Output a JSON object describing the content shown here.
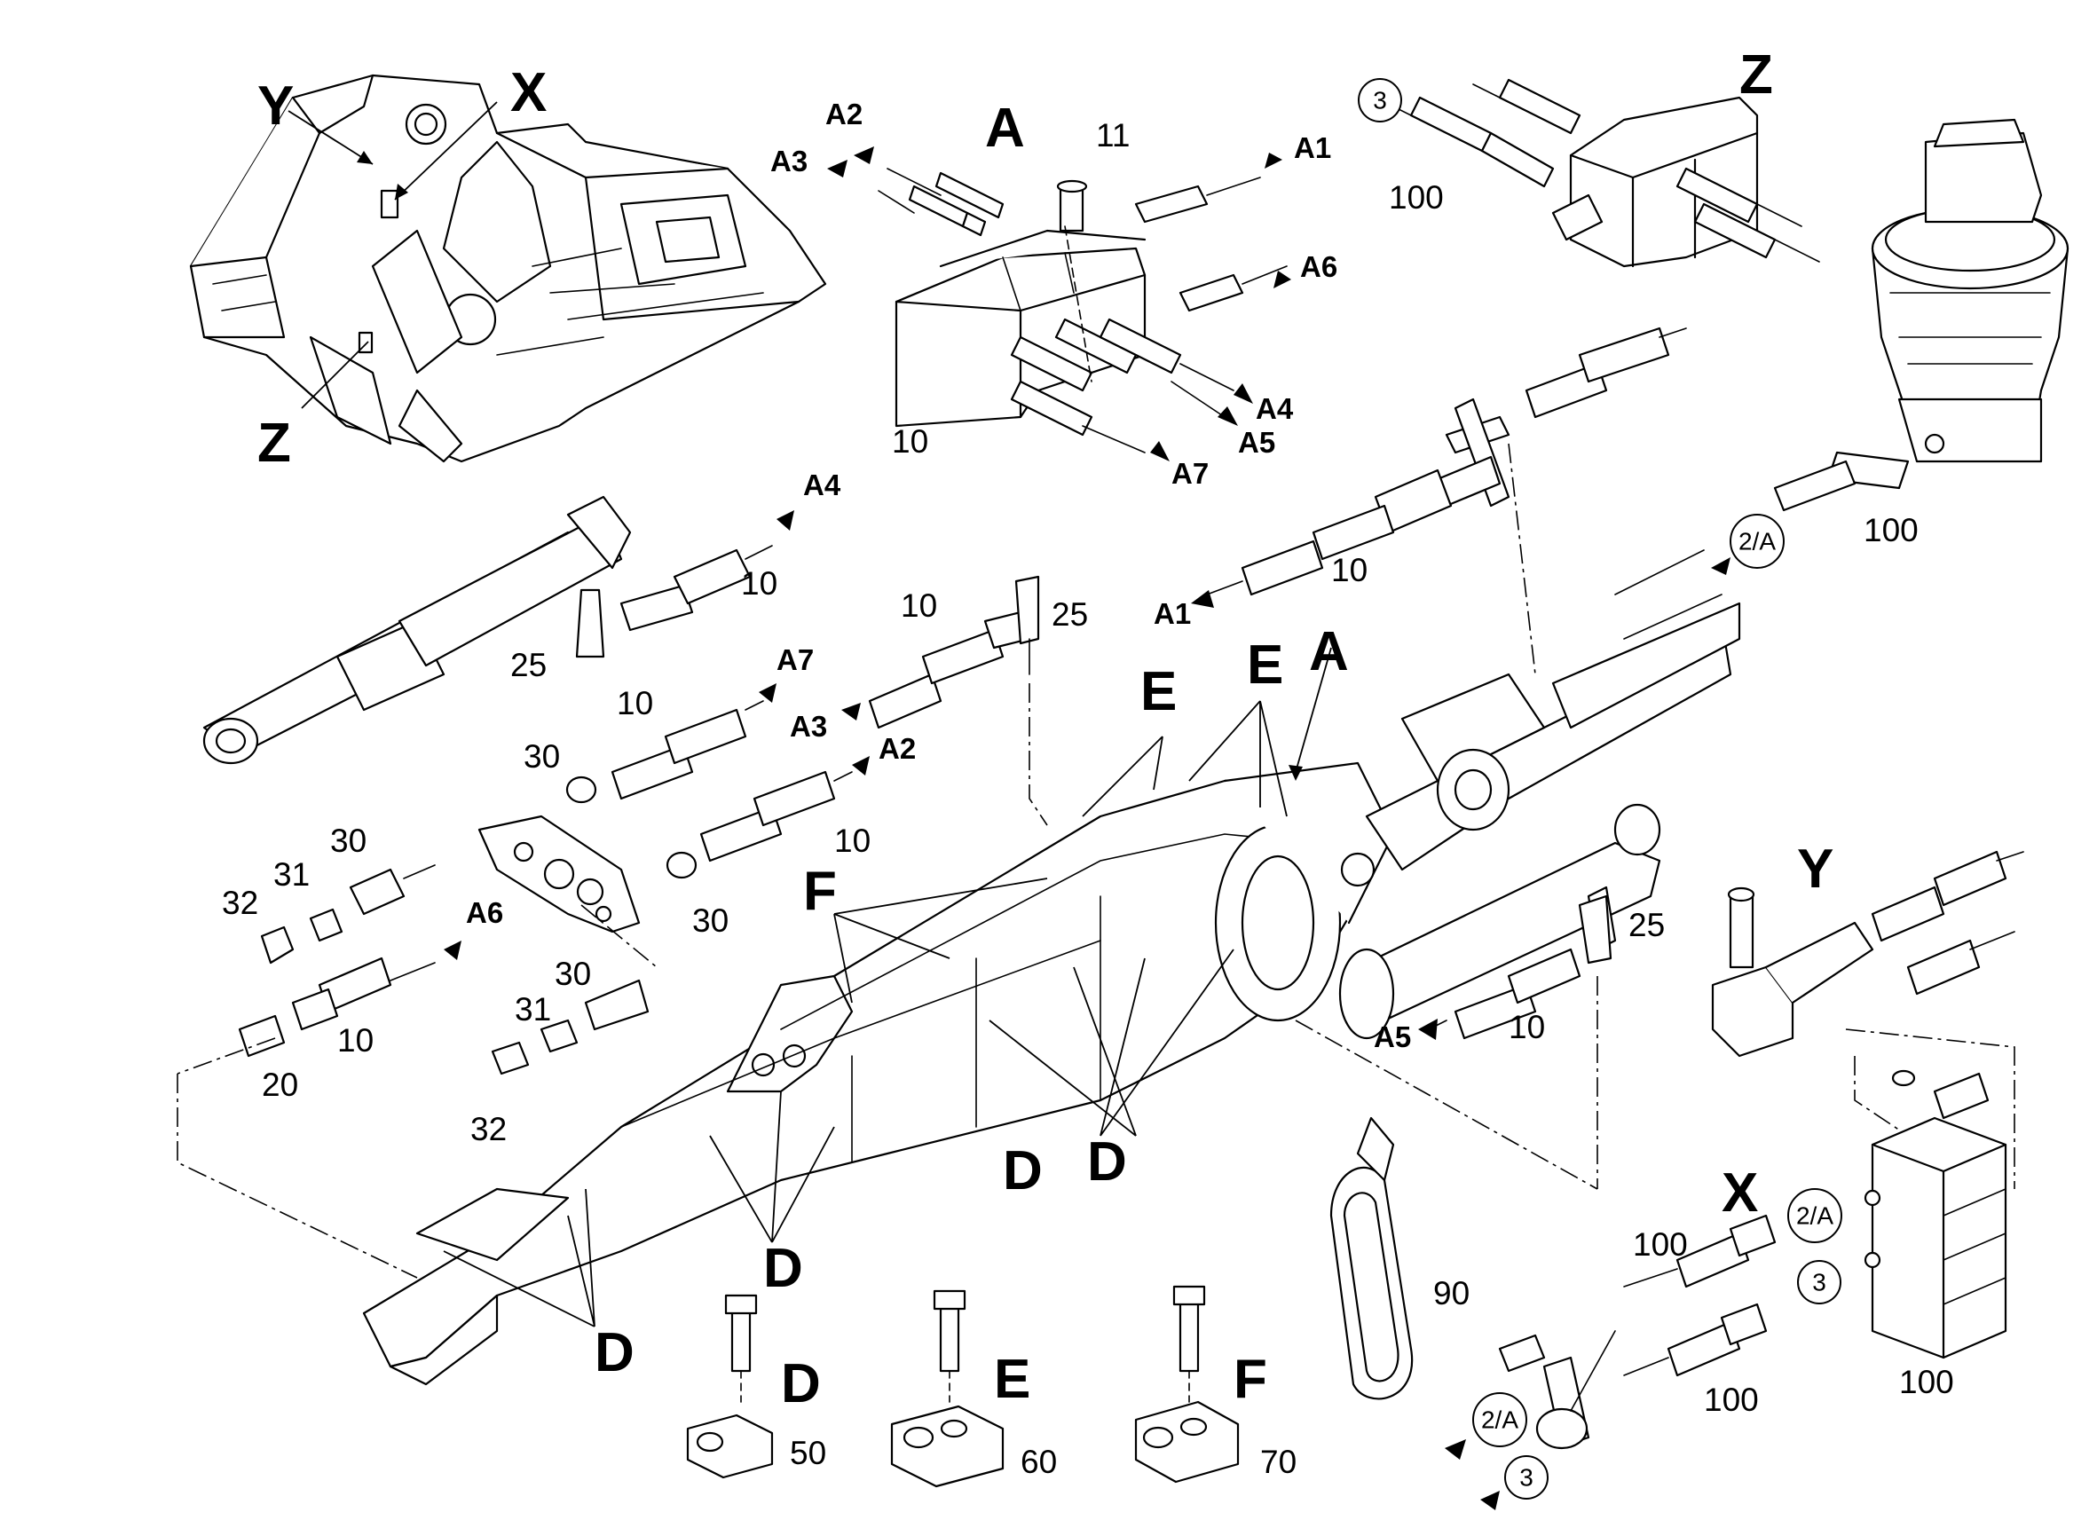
{
  "detail_letters": {
    "frame_y": "Y",
    "frame_x": "X",
    "frame_z": "Z",
    "detail_a": "A",
    "detail_z": "Z",
    "detail_y": "Y",
    "detail_x": "X",
    "arrow_a": "A",
    "detail_d": "D",
    "detail_e": "E",
    "detail_f": "F"
  },
  "fastener_letters": {
    "e1": "E",
    "e2": "E",
    "f1": "F",
    "d1": "D",
    "d2": "D",
    "d3": "D",
    "d4": "D"
  },
  "part_numbers": {
    "p11": "11",
    "p10_valve": "10",
    "p100_z": "100",
    "p100_motor": "100",
    "p10_a4": "10",
    "p25_left": "25",
    "p10_a3": "10",
    "p25_mid": "25",
    "p10_a7": "10",
    "p10_a1": "10",
    "p30_nut": "30",
    "p10_a2": "10",
    "p30_left": "30",
    "p31_left": "31",
    "p32_left": "32",
    "p30_mid": "30",
    "p10_a6": "10",
    "p20": "20",
    "p30_lower": "30",
    "p31_lower": "31",
    "p32_lower": "32",
    "p25_right": "25",
    "p10_a5": "10",
    "p90": "90",
    "p100_x1": "100",
    "p100_x2": "100",
    "p100_block": "100",
    "p50": "50",
    "p60": "60",
    "p70": "70"
  },
  "port_labels": {
    "a2_top": "A2",
    "a3_top": "A3",
    "a1_top": "A1",
    "a6_top": "A6",
    "a4_top": "A4",
    "a5_top": "A5",
    "a7_top": "A7",
    "a4_line": "A4",
    "a1_line": "A1",
    "a7_line": "A7",
    "a3_line": "A3",
    "a2_line": "A2",
    "a6_line": "A6",
    "a5_line": "A5"
  },
  "circle_refs": {
    "c3_top": "3",
    "c2a_motor": "2/A",
    "c2a_x": "2/A",
    "c3_x": "3",
    "c2a_clamp": "2/A",
    "c3_clamp": "3"
  }
}
